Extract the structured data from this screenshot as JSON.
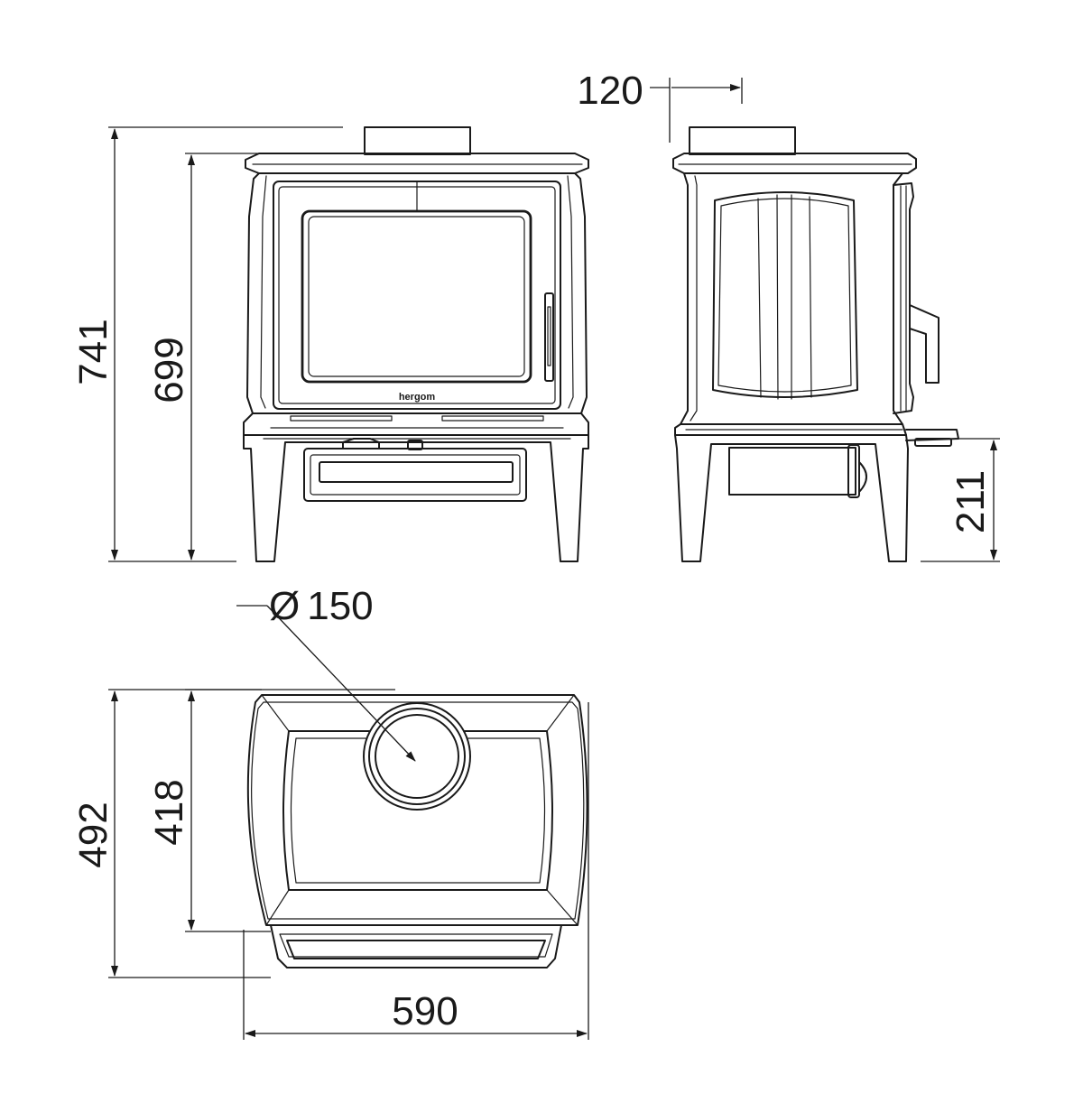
{
  "drawing": {
    "brand_label": "hergom",
    "dimensions": {
      "total_height": "741",
      "body_height": "699",
      "flue_offset": "120",
      "leg_height": "211",
      "flue_diameter": "150",
      "diameter_symbol": "Ø",
      "total_depth": "492",
      "body_depth": "418",
      "width": "590"
    }
  },
  "colors": {
    "line": "#1a1a1a",
    "background": "#ffffff"
  }
}
